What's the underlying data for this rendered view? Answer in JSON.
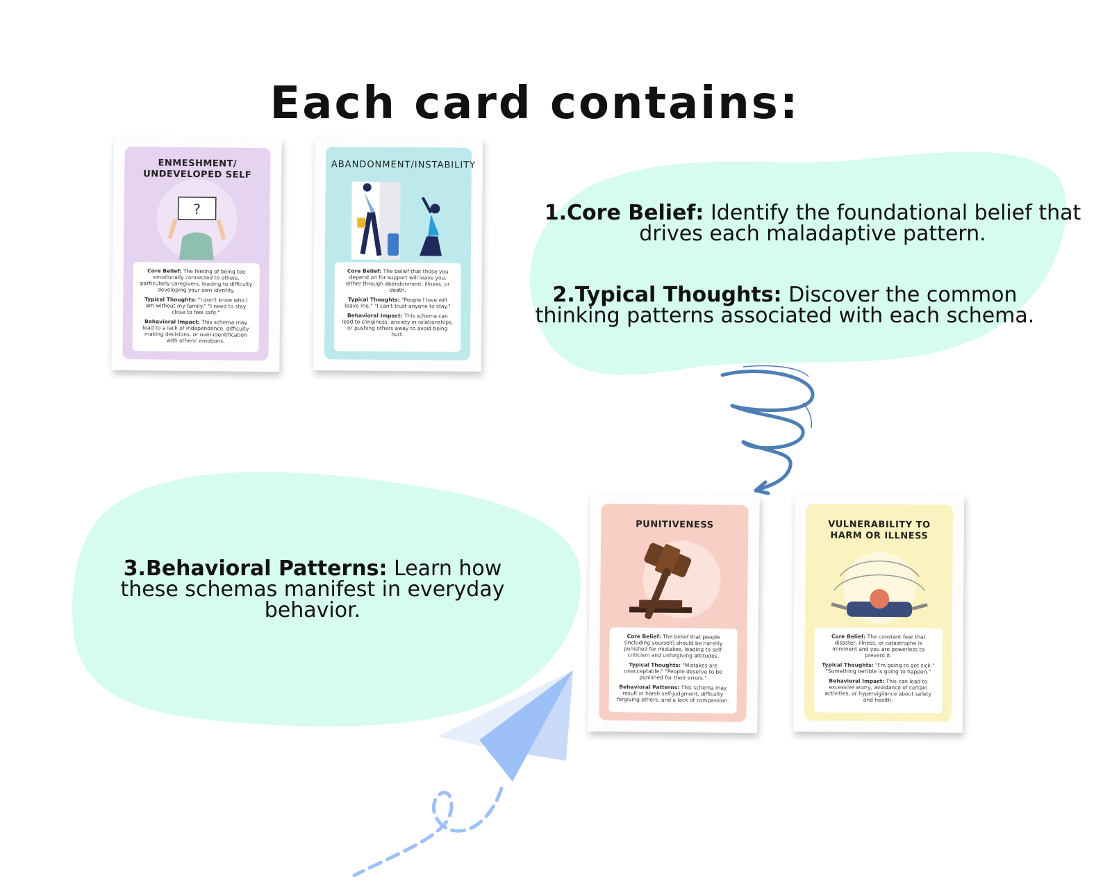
{
  "title": "Each card contains:",
  "points": [
    {
      "number": "1.",
      "heading": "Core Belief:",
      "text": " Identify the foundational belief that drives each maladaptive pattern."
    },
    {
      "number": "2.",
      "heading": "Typical Thoughts:",
      "text": " Discover the common thinking patterns associated with each schema."
    },
    {
      "number": "3.",
      "heading": "Behavioral Patterns:",
      "text": " Learn how these schemas manifest in everyday behavior."
    }
  ],
  "colors": {
    "blob": "#d6fbef",
    "purple": "#e5d3ef",
    "teal": "#bde9ec",
    "pink": "#f8cfc5",
    "yellow": "#fbf3bf",
    "swirl": "#4d7fb5",
    "plane": "#9ec0f8"
  },
  "cards": [
    {
      "title": "ENMESHMENT/ UNDEVELOPED SELF",
      "icon": "question-face-icon",
      "core_label": "Core Belief:",
      "core": " The feeling of being too emotionally connected to others, particularly caregivers, leading to difficulty developing your own identity.",
      "thoughts_label": "Typical Thoughts:",
      "thoughts": " \"I don't know who I am without my family.\" \"I need to stay close to feel safe.\"",
      "impact_label": "Behavioral Impact:",
      "impact": " This schema may lead to a lack of independence, difficulty making decisions, or over-identification with others' emotions."
    },
    {
      "title": "ABANDONMENT/INSTABILITY",
      "icon": "leaving-person-icon",
      "core_label": "Core Belief:",
      "core": " The belief that those you depend on for support will leave you, either through abandonment, illness, or death.",
      "thoughts_label": "Typical Thoughts:",
      "thoughts": " \"People I love will leave me.\" \"I can't trust anyone to stay.\"",
      "impact_label": "Behavioral Impact:",
      "impact": " This schema can lead to clinginess, anxiety in relationships, or pushing others away to avoid being hurt."
    },
    {
      "title": "PUNITIVENESS",
      "icon": "gavel-icon",
      "core_label": "Core Belief:",
      "core": " The belief that people (including yourself) should be harshly punished for mistakes, leading to self-criticism and unforgiving attitudes.",
      "thoughts_label": "Typical Thoughts:",
      "thoughts": " \"Mistakes are unacceptable.\" \"People deserve to be punished for their errors.\"",
      "impact_label": "Behavioral Patterns:",
      "impact": " This schema may result in harsh self-judgment, difficulty forgiving others, and a lack of compassion."
    },
    {
      "title": "VULNERABILITY TO HARM OR ILLNESS",
      "icon": "anxious-person-icon",
      "core_label": "Core Belief:",
      "core": " The constant fear that disaster, illness, or catastrophe is imminent and you are powerless to prevent it.",
      "thoughts_label": "Typical Thoughts:",
      "thoughts": " \"I'm going to get sick.\" \"Something terrible is going to happen.\"",
      "impact_label": "Behavioral Impact:",
      "impact": " This can lead to excessive worry, avoidance of certain activities, or hypervigilance about safety and health."
    }
  ],
  "decorations": {
    "swirl": "swirl-arrow-icon",
    "plane": "paper-plane-icon"
  }
}
